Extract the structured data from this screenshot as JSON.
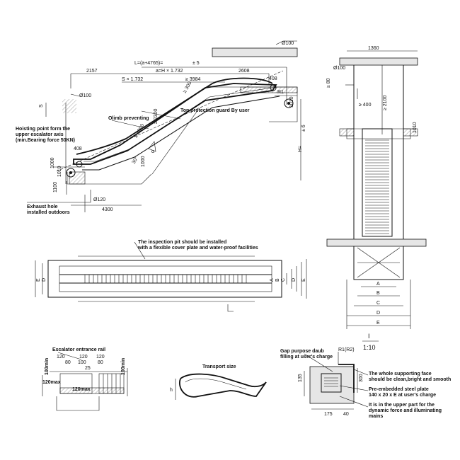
{
  "side_view": {
    "dim_circle_top": "Ø100",
    "dim_total_length": "L=(a+4765)=",
    "dim_tolerance": "± 5",
    "dim_left_length": "2157",
    "dim_a": "a=H × 1.732",
    "dim_right_length": "2608",
    "dim_s": "S × 1.732",
    "dim_3984": "≥ 3984",
    "dim_300": "≥ 300",
    "dim_408_top": "408",
    "dim_r1": "R1",
    "dim_p": "P",
    "dim_circle_left": "Ø100",
    "dim_s_left": "S",
    "label_climb": "Olimb preventing",
    "label_guard": "Top protection guard By user",
    "dim_2300": "≥ 2300",
    "dim_1000": "≥ 1000",
    "dim_2.6": "2.6",
    "dim_alpha": "α",
    "label_hoisting": [
      "Hoisting point form the",
      "upper escalator axis",
      "(min.Bearing force 50KN)"
    ],
    "dim_408_left": "408",
    "dim_1000_left": "1000",
    "dim_1010_left": "1010",
    "dim_1100": "1100",
    "dim_1000_low": "1000",
    "dim_30": "30°",
    "dim_1010_right": "1010",
    "dim_h": "H=",
    "dim_h_tol": "± 6",
    "dim_circle_bottom": "Ø120",
    "dim_4300": "4300",
    "label_exhaust": [
      "Exhaust hole",
      "installed outdoors"
    ]
  },
  "end_view": {
    "dim_circle": "Ø100",
    "dim_1360": "1360",
    "dim_80": "≥ 80",
    "dim_400": "≥ 400",
    "dim_2100": "≥ 2100",
    "dim_1010": "1010",
    "dims_bottom": [
      "A",
      "B",
      "C",
      "D",
      "E"
    ]
  },
  "plan_view": {
    "label_pit": [
      "The inspection pit should be installed",
      "with a flexible cover plate and water-proof facilities"
    ],
    "left_e": "E",
    "left_d": "D",
    "right_dims": [
      "A",
      "B",
      "C",
      "D",
      "E"
    ]
  },
  "detail_section": {
    "mark_i": "I",
    "scale": "1:10"
  },
  "entrance": {
    "title": "Escalator entrance rail",
    "dim_120_a": "120",
    "dim_80_a": "80",
    "dim_120_b": "120",
    "dim_100": "100",
    "dim_25": "25",
    "dim_120_c": "120",
    "dim_80_b": "80",
    "dim_100min_left": "100min",
    "dim_100min_right": "100min",
    "dim_120max_left": "120max",
    "dim_120max_right": "120max"
  },
  "transport": {
    "title": "Transport size",
    "dim_h": "h"
  },
  "support_detail": {
    "label_gap": [
      "Gap purpose daub",
      "filling at user's charge"
    ],
    "dim_r": "R1(R2)",
    "label_face": [
      "The whole supporting face",
      "should be clean,bright and smooth"
    ],
    "label_plate": [
      "Pre-embedded steel plate",
      "140 x 20 x E at user's charge"
    ],
    "label_upper": [
      "It is in the upper part for the",
      "dynamic force and illuminating",
      "mains"
    ],
    "dim_135": "135",
    "dim_300": "300",
    "dim_175": "175",
    "dim_40": "40"
  }
}
